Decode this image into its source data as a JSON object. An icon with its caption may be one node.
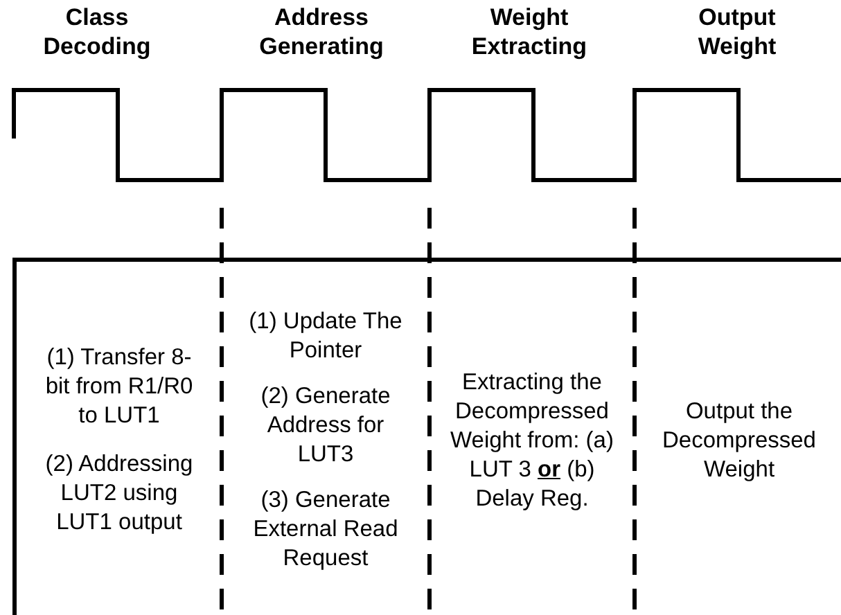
{
  "diagram": {
    "nodes": [
      {
        "text": [],
        "shape": "box"
      },
      {
        "text": [
          "(1) Transfer 8-bit from R1/R0 to LUT1",
          "(2) Addressing LUT2 using LUT1 output"
        ],
        "in": 0
      },
      {
        "text": [
          "(1) Update The Pointer",
          "(2) Generate Address for LUT3",
          "(3) Generate External Read Request"
        ],
        "in": 0
      },
      {
        "text": [
          "Extracting the Decompressed Weight from: (a) LUT 3 **or** (b) Delay Reg."
        ],
        "in": 0
      },
      {
        "text": [
          "Output the Decompressed Weight"
        ],
        "in": 0
      }
    ],
    "labels": [
      "Class Decoding",
      "Address Generating",
      "Weight Extracting",
      "Output Weight"
    ]
  }
}
